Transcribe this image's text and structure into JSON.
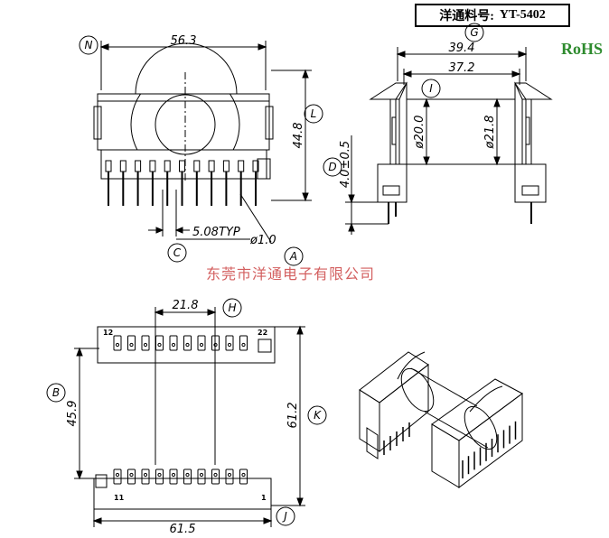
{
  "title_box": {
    "label": "洋通料号:",
    "part_number": "YT-5402"
  },
  "rohs": "RoHS",
  "watermark": "东莞市洋通电子有限公司",
  "callouts": {
    "N": "N",
    "L": "L",
    "D": "D",
    "C": "C",
    "A": "A",
    "G": "G",
    "I": "I",
    "H": "H",
    "B": "B",
    "K": "K",
    "J": "J"
  },
  "dimensions": {
    "width_top": "56.3",
    "height_side": "44.8",
    "pitch": "5.08TYP",
    "pin_dia": "ø1.0",
    "outer_width": "39.4",
    "inner_width": "37.2",
    "core_dia": "ø20.0",
    "bobbin_dia": "ø21.8",
    "pin_len": "4.0±0.5",
    "row_spacing": "21.8",
    "pin_span": "45.9",
    "overall_len": "61.2",
    "overall_width": "61.5"
  },
  "pin_numbers": {
    "p12": "12",
    "p22": "22",
    "p11": "11",
    "p1": "1"
  }
}
